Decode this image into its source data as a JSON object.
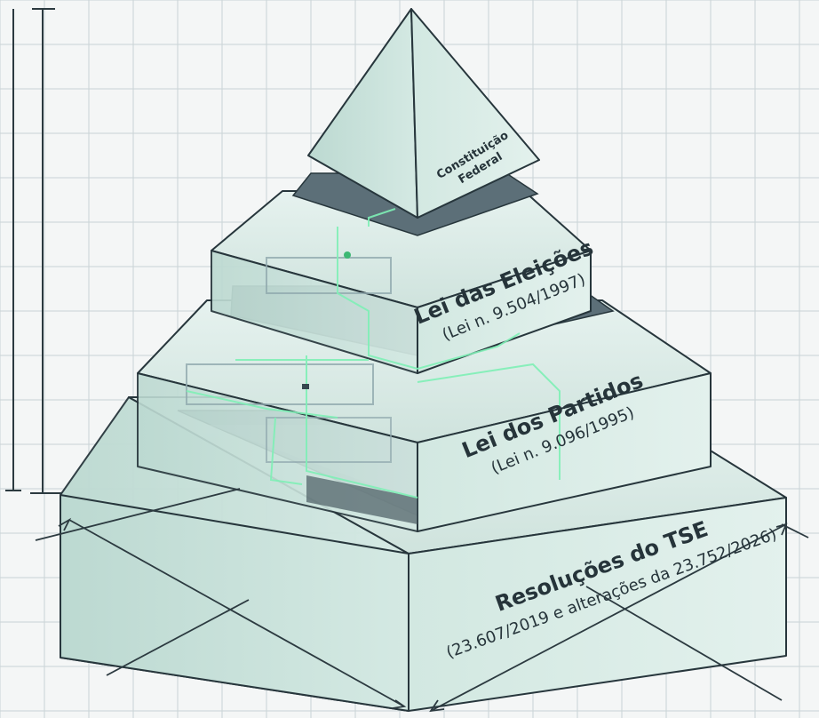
{
  "diagram": {
    "levels": [
      {
        "id": "apex",
        "title": "Constituição",
        "subtitle": "Federal"
      },
      {
        "id": "tier2",
        "title": "Lei das Eleições",
        "subtitle": "(Lei n. 9.504/1997)"
      },
      {
        "id": "tier3",
        "title": "Lei dos Partidos",
        "subtitle": "(Lei n. 9.096/1995)"
      },
      {
        "id": "base",
        "title": "Resoluções do TSE",
        "subtitle": "(23.607/2019 e alterações da 23.752/2026)"
      }
    ],
    "colors": {
      "background": "#f4f6f6",
      "grid": "#c9d3d6",
      "faceLeft": "#cfe5df",
      "faceFront": "#d9ece6",
      "edge": "#27363c",
      "darkPlate": "#5c6f78",
      "circuit": "#7ff0b6"
    }
  }
}
